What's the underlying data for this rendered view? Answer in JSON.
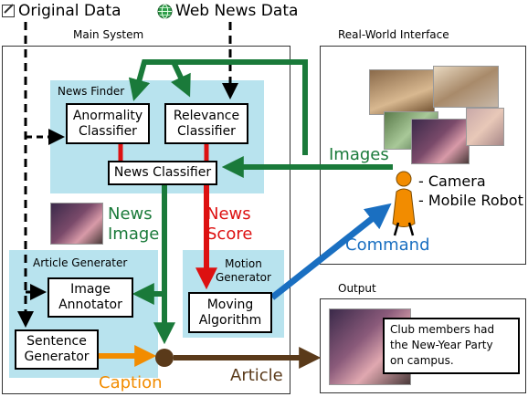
{
  "inputs": {
    "original_data": "Original Data",
    "web_news_data": "Web News Data"
  },
  "main_system": {
    "title": "Main System",
    "news_finder": {
      "title": "News Finder",
      "anormality": [
        "Anormality",
        "Classifier"
      ],
      "relevance": [
        "Relevance",
        "Classifier"
      ],
      "news_classifier": "News Classifier"
    },
    "news_image": [
      "News",
      "Image"
    ],
    "news_score": [
      "News",
      "Score"
    ],
    "article_generater": {
      "title": "Article Generater",
      "image_annotator": [
        "Image",
        "Annotator"
      ],
      "sentence_generator": [
        "Sentence",
        "Generator"
      ]
    },
    "motion_generator": {
      "title": [
        "Motion",
        "Generator"
      ],
      "moving_algorithm": [
        "Moving",
        "Algorithm"
      ]
    },
    "caption": "Caption",
    "article": "Article"
  },
  "real_world": {
    "title": "Real-World Interface",
    "images": "Images",
    "command": "Command",
    "devices": [
      "- Camera",
      "- Mobile Robot"
    ]
  },
  "output": {
    "title": "Output",
    "caption_text": [
      "Club members had",
      "the New-Year Party",
      "on campus."
    ]
  },
  "colors": {
    "green": "#1a7a3a",
    "red": "#dd1111",
    "blue": "#1a6fc1",
    "orange": "#f28c00",
    "brown": "#5a3a1a",
    "panel": "#b8e3ee"
  }
}
